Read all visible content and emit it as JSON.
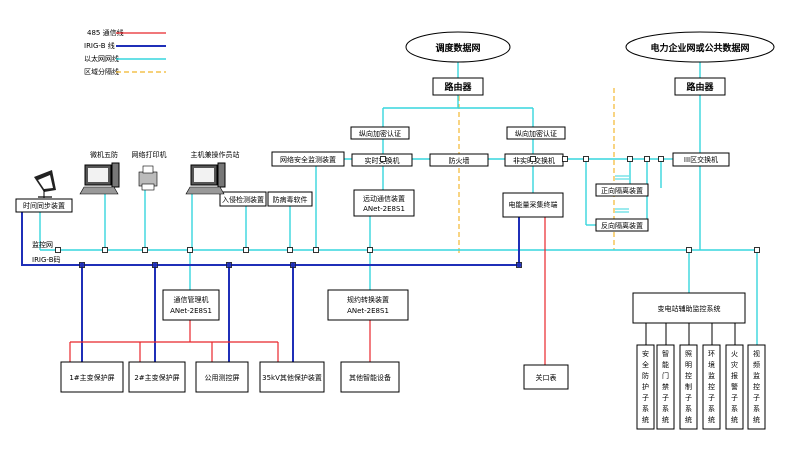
{
  "legend": {
    "rs485": "485 通信线",
    "irigb": "IRIG-B  线",
    "ethernet": "以太网网线",
    "zone": "区域分隔线"
  },
  "colors": {
    "rs485": "#e8262b",
    "irigb": "#1f2fb8",
    "ethernet": "#37d6dd",
    "zone": "#f4c24e"
  },
  "clouds": {
    "dispatch": "调度数据网",
    "power": "电力企业网或公共数据网"
  },
  "nodes": {
    "router1": "路由器",
    "router2": "路由器",
    "enc1": "纵向加密认证",
    "enc2": "纵向加密认证",
    "rt_switch": "实时交换机",
    "nrt_switch": "非实时交换机",
    "firewall": "防火墙",
    "netsec": "网络安全监测装置",
    "remote_line1": "远动通信装置",
    "remote_line2": "ANet-2E8S1",
    "energy": "电能量采集终端",
    "fwd_iso": "正向隔离装置",
    "rev_iso": "反向隔离装置",
    "zone3_switch": "III区交换机",
    "intrusion": "入侵检测装置",
    "antivirus": "防病毒软件",
    "time_sync": "时间同步装置",
    "comm_mgr_line1": "通信管理机",
    "comm_mgr_line2": "ANet-2E8S1",
    "proto_line1": "规约转换装置",
    "proto_line2": "ANet-2E8S1",
    "prot1": "1#主变保护屏",
    "prot2": "2#主变保护屏",
    "public_ctrl": "公用测控屏",
    "kv35": "35kV其他保护装置",
    "other_smart": "其他智能设备",
    "gateway_meter": "关口表",
    "aux_monitor": "变电站辅助监控系统"
  },
  "devices": {
    "five_defense": "微机五防",
    "printer": "网络打印机",
    "host_station": "主机兼操作员站"
  },
  "bus_labels": {
    "monitor_net": "监控网",
    "irigb_bus": "IRIG-B码"
  },
  "subsystems": [
    "安全防护子系统",
    "智能门禁子系统",
    "照明控制子系统",
    "环境监控子系统",
    "火灾报警子系统",
    "视频监控子系统"
  ]
}
